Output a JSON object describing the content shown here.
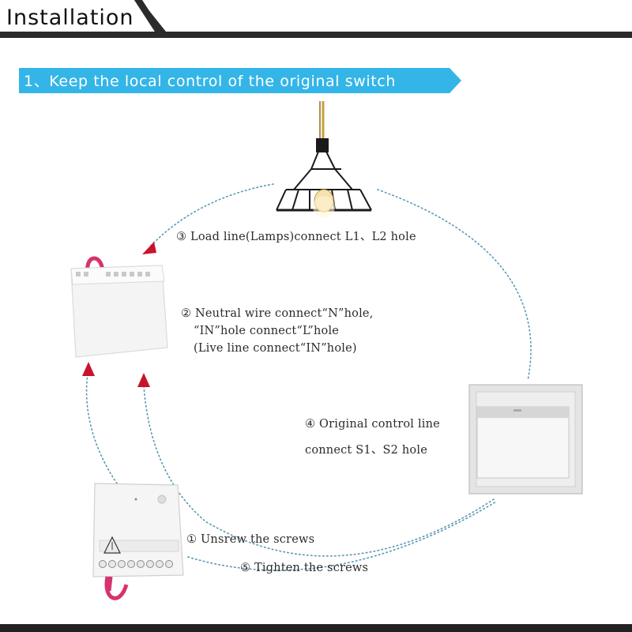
{
  "header": {
    "title": "Installation"
  },
  "step_banner": {
    "text": "1、Keep the local control of the original switch"
  },
  "labels": {
    "step3": "③ Load line(Lamps)connect L1、L2 hole",
    "step2_line1": "② Neutral wire connect“N”hole,",
    "step2_line2": "“IN”hole connect“L”hole",
    "step2_line3": "(Live line connect“IN”hole)",
    "step4_line1": "④ Original control line",
    "step4_line2": "connect S1、S2 hole",
    "step1": "① Unsrew the screws",
    "step5": "⑤ Tighten the screws"
  },
  "colors": {
    "banner": "#33b5e8",
    "dotted_line": "#5a96b4",
    "arrow": "#c8142b",
    "wire": "#d6336e",
    "header_bar": "#2b2b2b"
  },
  "icons": [
    "pendant-lamp-icon",
    "relay-module-icon",
    "wall-switch-icon",
    "open-module-icon",
    "arrow-up-icon"
  ]
}
